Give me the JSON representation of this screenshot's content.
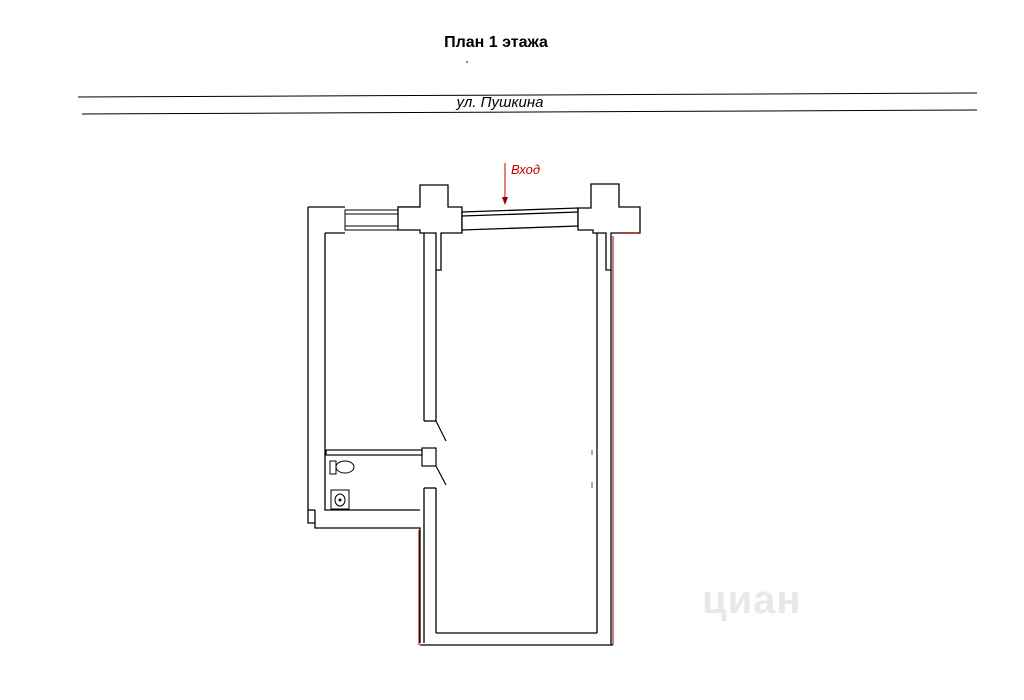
{
  "title": "План 1 этажа",
  "street": "ул. Пушкина",
  "entrance_label": "Вход",
  "watermark": "циан",
  "colors": {
    "wall": "#000000",
    "wall_fill": "#ffffff",
    "entrance": "#c00000",
    "accent_edge": "#8b0000",
    "watermark": "#e8e8e8"
  }
}
